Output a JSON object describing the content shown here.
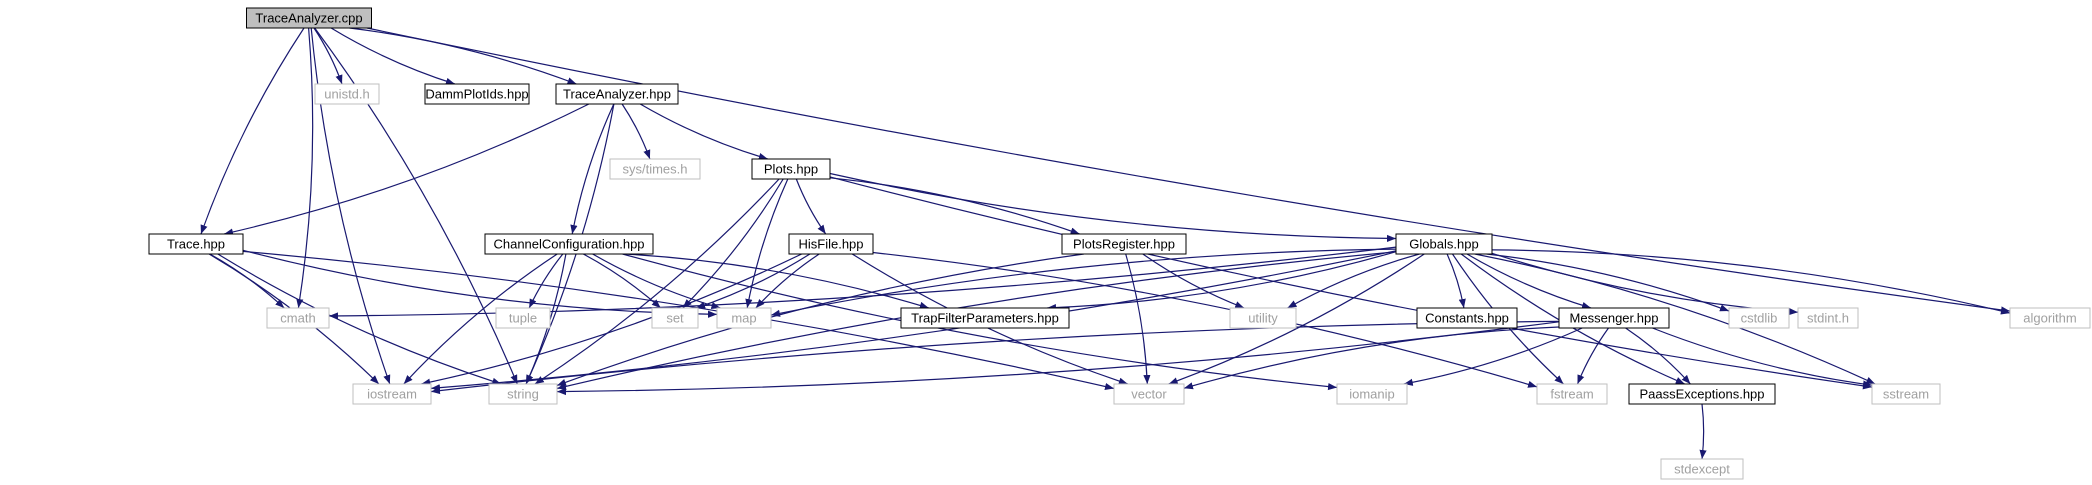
{
  "colors": {
    "edge": "#191970",
    "node_border": "#000000",
    "system_border": "#bfbfbf",
    "text": "#000000",
    "system_text": "#a0a0a0",
    "root_fill": "#bfbfbf",
    "fill": "#ffffff"
  },
  "nodes": [
    {
      "id": "n_traceanalyzer_cpp",
      "label": "TraceAnalyzer.cpp",
      "kind": "root"
    },
    {
      "id": "n_unistd",
      "label": "unistd.h",
      "kind": "system"
    },
    {
      "id": "n_dammplotids",
      "label": "DammPlotIds.hpp",
      "kind": "project"
    },
    {
      "id": "n_traceanalyzer_hpp",
      "label": "TraceAnalyzer.hpp",
      "kind": "project"
    },
    {
      "id": "n_systimes",
      "label": "sys/times.h",
      "kind": "system"
    },
    {
      "id": "n_plots",
      "label": "Plots.hpp",
      "kind": "project"
    },
    {
      "id": "n_trace",
      "label": "Trace.hpp",
      "kind": "project"
    },
    {
      "id": "n_channelconfig",
      "label": "ChannelConfiguration.hpp",
      "kind": "project"
    },
    {
      "id": "n_hisfile",
      "label": "HisFile.hpp",
      "kind": "project"
    },
    {
      "id": "n_plotsregister",
      "label": "PlotsRegister.hpp",
      "kind": "project"
    },
    {
      "id": "n_globals",
      "label": "Globals.hpp",
      "kind": "project"
    },
    {
      "id": "n_cmath",
      "label": "cmath",
      "kind": "system"
    },
    {
      "id": "n_tuple",
      "label": "tuple",
      "kind": "system"
    },
    {
      "id": "n_set",
      "label": "set",
      "kind": "system"
    },
    {
      "id": "n_map",
      "label": "map",
      "kind": "system"
    },
    {
      "id": "n_trapfilter",
      "label": "TrapFilterParameters.hpp",
      "kind": "project"
    },
    {
      "id": "n_utility",
      "label": "utility",
      "kind": "system"
    },
    {
      "id": "n_constants",
      "label": "Constants.hpp",
      "kind": "project"
    },
    {
      "id": "n_messenger",
      "label": "Messenger.hpp",
      "kind": "project"
    },
    {
      "id": "n_cstdlib",
      "label": "cstdlib",
      "kind": "system"
    },
    {
      "id": "n_stdint",
      "label": "stdint.h",
      "kind": "system"
    },
    {
      "id": "n_algorithm",
      "label": "algorithm",
      "kind": "system"
    },
    {
      "id": "n_iostream",
      "label": "iostream",
      "kind": "system"
    },
    {
      "id": "n_string",
      "label": "string",
      "kind": "system"
    },
    {
      "id": "n_vector",
      "label": "vector",
      "kind": "system"
    },
    {
      "id": "n_iomanip",
      "label": "iomanip",
      "kind": "system"
    },
    {
      "id": "n_fstream",
      "label": "fstream",
      "kind": "system"
    },
    {
      "id": "n_paassexceptions",
      "label": "PaassExceptions.hpp",
      "kind": "project"
    },
    {
      "id": "n_sstream",
      "label": "sstream",
      "kind": "system"
    },
    {
      "id": "n_stdexcept",
      "label": "stdexcept",
      "kind": "system"
    }
  ],
  "edges": [
    {
      "from": "n_traceanalyzer_cpp",
      "to": "n_unistd"
    },
    {
      "from": "n_traceanalyzer_cpp",
      "to": "n_dammplotids"
    },
    {
      "from": "n_traceanalyzer_cpp",
      "to": "n_traceanalyzer_hpp"
    },
    {
      "from": "n_traceanalyzer_cpp",
      "to": "n_trace"
    },
    {
      "from": "n_traceanalyzer_cpp",
      "to": "n_cmath"
    },
    {
      "from": "n_traceanalyzer_cpp",
      "to": "n_iostream"
    },
    {
      "from": "n_traceanalyzer_cpp",
      "to": "n_string"
    },
    {
      "from": "n_traceanalyzer_cpp",
      "to": "n_algorithm"
    },
    {
      "from": "n_traceanalyzer_hpp",
      "to": "n_systimes"
    },
    {
      "from": "n_traceanalyzer_hpp",
      "to": "n_plots"
    },
    {
      "from": "n_traceanalyzer_hpp",
      "to": "n_trace"
    },
    {
      "from": "n_traceanalyzer_hpp",
      "to": "n_channelconfig"
    },
    {
      "from": "n_traceanalyzer_hpp",
      "to": "n_string"
    },
    {
      "from": "n_plots",
      "to": "n_hisfile"
    },
    {
      "from": "n_plots",
      "to": "n_plotsregister"
    },
    {
      "from": "n_plots",
      "to": "n_globals"
    },
    {
      "from": "n_plots",
      "to": "n_set"
    },
    {
      "from": "n_plots",
      "to": "n_map"
    },
    {
      "from": "n_plots",
      "to": "n_string"
    },
    {
      "from": "n_plots",
      "to": "n_sstream"
    },
    {
      "from": "n_trace",
      "to": "n_cmath"
    },
    {
      "from": "n_trace",
      "to": "n_map"
    },
    {
      "from": "n_trace",
      "to": "n_iostream"
    },
    {
      "from": "n_trace",
      "to": "n_string"
    },
    {
      "from": "n_trace",
      "to": "n_vector"
    },
    {
      "from": "n_channelconfig",
      "to": "n_tuple"
    },
    {
      "from": "n_channelconfig",
      "to": "n_set"
    },
    {
      "from": "n_channelconfig",
      "to": "n_map"
    },
    {
      "from": "n_channelconfig",
      "to": "n_trapfilter"
    },
    {
      "from": "n_channelconfig",
      "to": "n_iostream"
    },
    {
      "from": "n_channelconfig",
      "to": "n_string"
    },
    {
      "from": "n_channelconfig",
      "to": "n_iomanip"
    },
    {
      "from": "n_hisfile",
      "to": "n_set"
    },
    {
      "from": "n_hisfile",
      "to": "n_map"
    },
    {
      "from": "n_hisfile",
      "to": "n_iostream"
    },
    {
      "from": "n_hisfile",
      "to": "n_vector"
    },
    {
      "from": "n_hisfile",
      "to": "n_fstream"
    },
    {
      "from": "n_plotsregister",
      "to": "n_utility"
    },
    {
      "from": "n_plotsregister",
      "to": "n_vector"
    },
    {
      "from": "n_plotsregister",
      "to": "n_string"
    },
    {
      "from": "n_globals",
      "to": "n_cmath"
    },
    {
      "from": "n_globals",
      "to": "n_map"
    },
    {
      "from": "n_globals",
      "to": "n_trapfilter"
    },
    {
      "from": "n_globals",
      "to": "n_utility"
    },
    {
      "from": "n_globals",
      "to": "n_constants"
    },
    {
      "from": "n_globals",
      "to": "n_messenger"
    },
    {
      "from": "n_globals",
      "to": "n_cstdlib"
    },
    {
      "from": "n_globals",
      "to": "n_stdint"
    },
    {
      "from": "n_globals",
      "to": "n_algorithm"
    },
    {
      "from": "n_globals",
      "to": "n_paassexceptions"
    },
    {
      "from": "n_globals",
      "to": "n_sstream"
    },
    {
      "from": "n_globals",
      "to": "n_fstream"
    },
    {
      "from": "n_globals",
      "to": "n_vector"
    },
    {
      "from": "n_globals",
      "to": "n_string"
    },
    {
      "from": "n_globals",
      "to": "n_iostream"
    },
    {
      "from": "n_messenger",
      "to": "n_iostream"
    },
    {
      "from": "n_messenger",
      "to": "n_string"
    },
    {
      "from": "n_messenger",
      "to": "n_vector"
    },
    {
      "from": "n_messenger",
      "to": "n_iomanip"
    },
    {
      "from": "n_messenger",
      "to": "n_fstream"
    },
    {
      "from": "n_messenger",
      "to": "n_paassexceptions"
    },
    {
      "from": "n_messenger",
      "to": "n_sstream"
    },
    {
      "from": "n_paassexceptions",
      "to": "n_stdexcept"
    }
  ]
}
